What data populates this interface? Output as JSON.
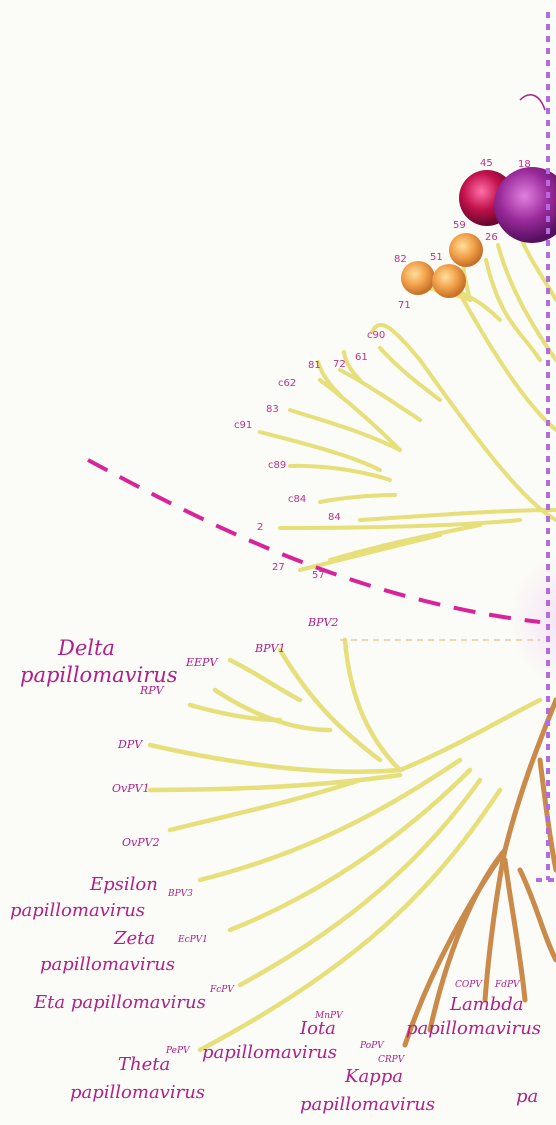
{
  "genus_labels": {
    "delta_line1": "Delta",
    "delta_line2": "papillomavirus",
    "epsilon_line1": "Epsilon",
    "epsilon_line2": "papillomavirus",
    "zeta_line1": "Zeta",
    "zeta_line2": "papillomavirus",
    "eta": "Eta papillomavirus",
    "theta_line1": "Theta",
    "theta_line2": "papillomavirus",
    "iota_line1": "Iota",
    "iota_line2": "papillomavirus",
    "kappa_line1": "Kappa",
    "kappa_line2": "papillomavirus",
    "lambda_line1": "Lambda",
    "lambda_line2": "papillomavirus",
    "partial_bottom": "pa"
  },
  "species_labels": {
    "eepv": "EEPV",
    "bpv1": "BPV1",
    "bpv2": "BPV2",
    "rpv": "RPV",
    "dpv": "DPV",
    "ovpv1": "OvPV1",
    "ovpv2": "OvPV2",
    "bpv3": "BPV3",
    "ecpv": "EcPV1",
    "fcpv": "FcPV",
    "pepv": "PePV",
    "mnpv": "MnPV",
    "popv": "PoPV",
    "crpv": "CRPV",
    "copv": "COPV",
    "fdpv": "FdPV"
  },
  "hpv_numbers": [
    "45",
    "18",
    "59",
    "26",
    "82",
    "51",
    "71",
    "c90",
    "c62",
    "81",
    "72",
    "61",
    "83",
    "c91",
    "c89",
    "c84",
    "84",
    "2",
    "27",
    "57"
  ],
  "colors": {
    "yellow_branch": "#e6df7a",
    "brown_branch": "#c98a4a",
    "label_magenta": "#b0208a",
    "dash_magenta": "#d8239a",
    "border_purple": "#b46ae0"
  }
}
